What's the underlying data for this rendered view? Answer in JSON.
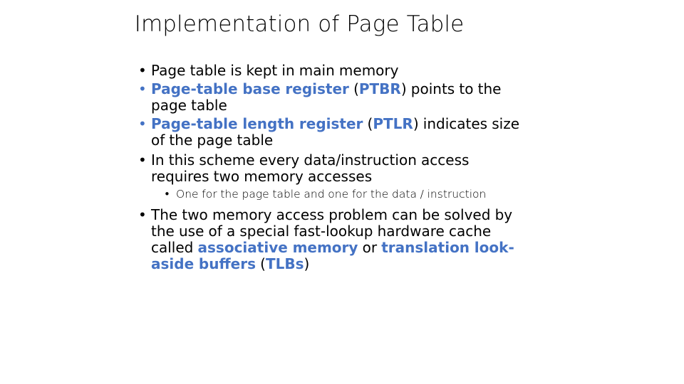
{
  "slide": {
    "background_color": "#FFFFFF",
    "title": "Implementation of Page Table",
    "accent_color": "#4472C4",
    "text_color": "#000000",
    "bullet_glyph": "•"
  },
  "bullets": [
    {
      "level": 1,
      "marker_color": "#000000",
      "plain_text": "Page table is kept in main memory",
      "runs": [
        {
          "text": "Page table is kept in main memory",
          "emphasis": false
        }
      ]
    },
    {
      "level": 2,
      "marker_color": "#4472C4",
      "plain_text": "Page-table base register (PTBR) points to the page table",
      "runs": [
        {
          "text": "Page-table base register",
          "emphasis": true
        },
        {
          "text": " (",
          "emphasis": false
        },
        {
          "text": "PTBR",
          "emphasis": true
        },
        {
          "text": ") points to the page table",
          "emphasis": false
        }
      ]
    },
    {
      "level": 3,
      "marker_color": "#4472C4",
      "plain_text": "Page-table length register (PTLR) indicates size of the page table",
      "runs": [
        {
          "text": "Page-table length register",
          "emphasis": true
        },
        {
          "text": " (",
          "emphasis": false
        },
        {
          "text": "PTLR",
          "emphasis": true
        },
        {
          "text": ") indicates size of the page table",
          "emphasis": false
        }
      ]
    },
    {
      "level": 4,
      "marker_color": "#000000",
      "plain_text": "In this scheme every data/instruction access requires two memory accesses",
      "runs": [
        {
          "text": "In this scheme every data/instruction access requires two memory accesses",
          "emphasis": false
        }
      ]
    },
    {
      "level": "sub",
      "marker_color": "#000000",
      "plain_text": "One for the page table and one for the data / instruction",
      "runs": [
        {
          "text": "One for the page table and one for the data / instruction",
          "emphasis": false
        }
      ]
    },
    {
      "level": 5,
      "marker_color": "#000000",
      "plain_text": "The two memory access problem can be solved by the use of a special fast-lookup hardware cache called associative memory or translation look-aside buffers (TLBs)",
      "runs": [
        {
          "text": "The two memory access problem can be solved by the use of a special fast-lookup hardware cache called ",
          "emphasis": false
        },
        {
          "text": "associative memory",
          "emphasis": true
        },
        {
          "text": " or ",
          "emphasis": false
        },
        {
          "text": "translation look-aside buffers",
          "emphasis": true
        },
        {
          "text": " (",
          "emphasis": false
        },
        {
          "text": "TLBs",
          "emphasis": true
        },
        {
          "text": ")",
          "emphasis": false
        }
      ]
    }
  ]
}
